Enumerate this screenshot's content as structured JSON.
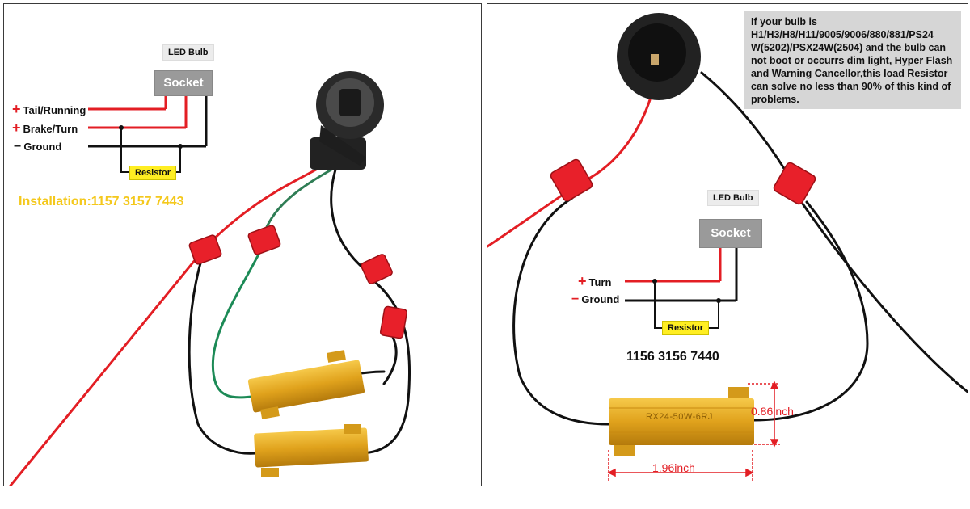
{
  "left": {
    "led_bulb": "LED Bulb",
    "socket": "Socket",
    "wires": {
      "tail": "Tail/Running",
      "brake": "Brake/Turn",
      "ground": "Ground"
    },
    "resistor": "Resistor",
    "installation": "Installation:1157  3157  7443"
  },
  "right": {
    "note": "If your bulb is H1/H3/H8/H11/9005/9006/880/881/PS24 W(5202)/PSX24W(2504) and the bulb can not boot  or occurrs dim light, Hyper Flash and Warning Cancellor,this load Resistor can solve no less than 90% of this kind of problems.",
    "led_bulb": "LED Bulb",
    "socket": "Socket",
    "wires": {
      "turn": "Turn",
      "ground": "Ground"
    },
    "resistor": "Resistor",
    "models": "1156  3156  7440",
    "resistor_marking": "RX24-50W-6RJ",
    "dim_height": "0.86inch",
    "dim_width": "1.96inch"
  },
  "colors": {
    "wire_red": "#e31e24",
    "wire_black": "#111111",
    "wire_green": "#1c8a56",
    "resistor_gold": "#e0a21c",
    "connector_red": "#e8202a",
    "label_yellow": "#f4c81c"
  },
  "icons": {
    "plus": "plus-icon",
    "minus": "minus-icon"
  }
}
